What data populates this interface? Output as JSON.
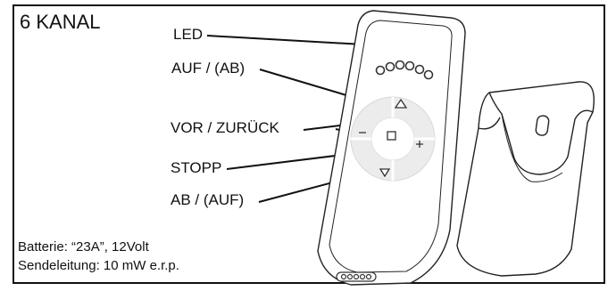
{
  "title": "6 KANAL",
  "labels": {
    "led": "LED",
    "up": "AUF / (AB)",
    "fwd_back": "VOR / ZURÜCK",
    "stop": "STOPP",
    "down": "AB / (AUF)"
  },
  "specs": {
    "battery": "Batterie: “23A”, 12Volt",
    "transmit": "Sendeleitung: 10 mW e.r.p."
  },
  "icons": {
    "up": "triangle-up-icon",
    "stop": "square-icon",
    "down": "triangle-down-icon",
    "prev": "minus-icon",
    "next": "plus-icon"
  }
}
